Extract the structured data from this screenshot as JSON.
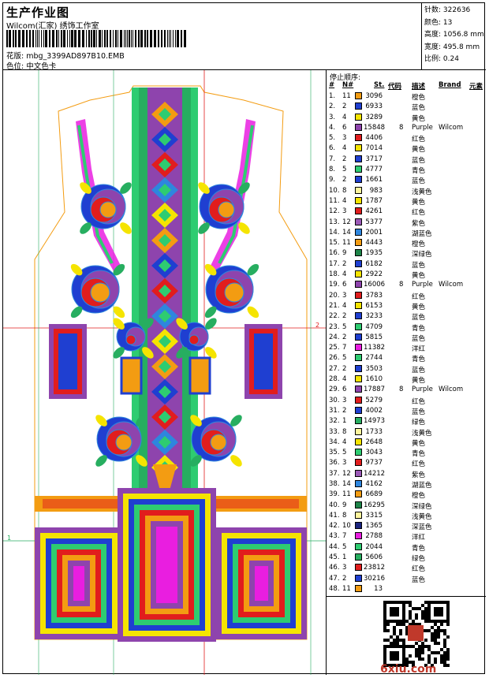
{
  "header": {
    "title": "生产作业图",
    "company": "Wilcom(汇家) 绣饰工作室",
    "file_label": "花版:",
    "file_name": "mbg_3399AD897B10.EMB",
    "color_label": "色位:",
    "color_value": "中文色卡"
  },
  "stats": {
    "stitches_label": "针数:",
    "stitches": "322636",
    "colors_label": "颜色:",
    "colors": "13",
    "height_label": "高度:",
    "height": "1056.8 mm",
    "width_label": "宽度:",
    "width": "495.8 mm",
    "scale_label": "比例:",
    "scale": "0.24"
  },
  "design": {
    "axis_label_x": "2",
    "axis_label_y": "1"
  },
  "sequence": {
    "title": "停止顺序:",
    "columns": [
      "#",
      "N#",
      "St.",
      "代码",
      "描述",
      "Brand",
      "元素"
    ],
    "rows": [
      {
        "n": "1.",
        "c": "11",
        "st": "3096",
        "code": "",
        "desc": "橙色",
        "brand": "",
        "color": "#f39c12"
      },
      {
        "n": "2.",
        "c": "2",
        "st": "6933",
        "code": "",
        "desc": "蓝色",
        "brand": "",
        "color": "#1f3fd1"
      },
      {
        "n": "3.",
        "c": "4",
        "st": "3289",
        "code": "",
        "desc": "黄色",
        "brand": "",
        "color": "#f5e400"
      },
      {
        "n": "4.",
        "c": "6",
        "st": "15848",
        "code": "8",
        "desc": "Purple",
        "brand": "Wilcom",
        "color": "#8e44ad"
      },
      {
        "n": "5.",
        "c": "3",
        "st": "4406",
        "code": "",
        "desc": "红色",
        "brand": "",
        "color": "#e11d1d"
      },
      {
        "n": "6.",
        "c": "4",
        "st": "7014",
        "code": "",
        "desc": "黄色",
        "brand": "",
        "color": "#f5e400"
      },
      {
        "n": "7.",
        "c": "2",
        "st": "3717",
        "code": "",
        "desc": "蓝色",
        "brand": "",
        "color": "#1f3fd1"
      },
      {
        "n": "8.",
        "c": "5",
        "st": "4777",
        "code": "",
        "desc": "青色",
        "brand": "",
        "color": "#2ecc71"
      },
      {
        "n": "9.",
        "c": "2",
        "st": "1661",
        "code": "",
        "desc": "蓝色",
        "brand": "",
        "color": "#1f3fd1"
      },
      {
        "n": "10.",
        "c": "8",
        "st": "983",
        "code": "",
        "desc": "浅黄色",
        "brand": "",
        "color": "#fff59d"
      },
      {
        "n": "11.",
        "c": "4",
        "st": "1787",
        "code": "",
        "desc": "黄色",
        "brand": "",
        "color": "#f5e400"
      },
      {
        "n": "12.",
        "c": "3",
        "st": "4261",
        "code": "",
        "desc": "红色",
        "brand": "",
        "color": "#e11d1d"
      },
      {
        "n": "13.",
        "c": "12",
        "st": "5377",
        "code": "",
        "desc": "紫色",
        "brand": "",
        "color": "#9b59b6"
      },
      {
        "n": "14.",
        "c": "14",
        "st": "2001",
        "code": "",
        "desc": "湖蓝色",
        "brand": "",
        "color": "#2e86de"
      },
      {
        "n": "15.",
        "c": "11",
        "st": "4443",
        "code": "",
        "desc": "橙色",
        "brand": "",
        "color": "#f39c12"
      },
      {
        "n": "16.",
        "c": "9",
        "st": "1935",
        "code": "",
        "desc": "深绿色",
        "brand": "",
        "color": "#1e8449"
      },
      {
        "n": "17.",
        "c": "2",
        "st": "6182",
        "code": "",
        "desc": "蓝色",
        "brand": "",
        "color": "#1f3fd1"
      },
      {
        "n": "18.",
        "c": "4",
        "st": "2922",
        "code": "",
        "desc": "黄色",
        "brand": "",
        "color": "#f5e400"
      },
      {
        "n": "19.",
        "c": "6",
        "st": "16006",
        "code": "8",
        "desc": "Purple",
        "brand": "Wilcom",
        "color": "#8e44ad"
      },
      {
        "n": "20.",
        "c": "3",
        "st": "3783",
        "code": "",
        "desc": "红色",
        "brand": "",
        "color": "#e11d1d"
      },
      {
        "n": "21.",
        "c": "4",
        "st": "6153",
        "code": "",
        "desc": "黄色",
        "brand": "",
        "color": "#f5e400"
      },
      {
        "n": "22.",
        "c": "2",
        "st": "3233",
        "code": "",
        "desc": "蓝色",
        "brand": "",
        "color": "#1f3fd1"
      },
      {
        "n": "23.",
        "c": "5",
        "st": "4709",
        "code": "",
        "desc": "青色",
        "brand": "",
        "color": "#2ecc71"
      },
      {
        "n": "24.",
        "c": "2",
        "st": "5815",
        "code": "",
        "desc": "蓝色",
        "brand": "",
        "color": "#1f3fd1"
      },
      {
        "n": "25.",
        "c": "7",
        "st": "11382",
        "code": "",
        "desc": "洋红",
        "brand": "",
        "color": "#e91ee0"
      },
      {
        "n": "26.",
        "c": "5",
        "st": "2744",
        "code": "",
        "desc": "青色",
        "brand": "",
        "color": "#2ecc71"
      },
      {
        "n": "27.",
        "c": "2",
        "st": "3503",
        "code": "",
        "desc": "蓝色",
        "brand": "",
        "color": "#1f3fd1"
      },
      {
        "n": "28.",
        "c": "4",
        "st": "1610",
        "code": "",
        "desc": "黄色",
        "brand": "",
        "color": "#f5e400"
      },
      {
        "n": "29.",
        "c": "6",
        "st": "17887",
        "code": "8",
        "desc": "Purple",
        "brand": "Wilcom",
        "color": "#8e44ad"
      },
      {
        "n": "30.",
        "c": "3",
        "st": "5279",
        "code": "",
        "desc": "红色",
        "brand": "",
        "color": "#e11d1d"
      },
      {
        "n": "31.",
        "c": "2",
        "st": "4002",
        "code": "",
        "desc": "蓝色",
        "brand": "",
        "color": "#1f3fd1"
      },
      {
        "n": "32.",
        "c": "1",
        "st": "14973",
        "code": "",
        "desc": "绿色",
        "brand": "",
        "color": "#27ae60"
      },
      {
        "n": "33.",
        "c": "8",
        "st": "1733",
        "code": "",
        "desc": "浅黄色",
        "brand": "",
        "color": "#fff59d"
      },
      {
        "n": "34.",
        "c": "4",
        "st": "2648",
        "code": "",
        "desc": "黄色",
        "brand": "",
        "color": "#f5e400"
      },
      {
        "n": "35.",
        "c": "5",
        "st": "3043",
        "code": "",
        "desc": "青色",
        "brand": "",
        "color": "#2ecc71"
      },
      {
        "n": "36.",
        "c": "3",
        "st": "9737",
        "code": "",
        "desc": "红色",
        "brand": "",
        "color": "#e11d1d"
      },
      {
        "n": "37.",
        "c": "12",
        "st": "14212",
        "code": "",
        "desc": "紫色",
        "brand": "",
        "color": "#9b59b6"
      },
      {
        "n": "38.",
        "c": "14",
        "st": "4162",
        "code": "",
        "desc": "湖蓝色",
        "brand": "",
        "color": "#2e86de"
      },
      {
        "n": "39.",
        "c": "11",
        "st": "6689",
        "code": "",
        "desc": "橙色",
        "brand": "",
        "color": "#f39c12"
      },
      {
        "n": "40.",
        "c": "9",
        "st": "16295",
        "code": "",
        "desc": "深绿色",
        "brand": "",
        "color": "#1e8449"
      },
      {
        "n": "41.",
        "c": "8",
        "st": "3315",
        "code": "",
        "desc": "浅黄色",
        "brand": "",
        "color": "#fff59d"
      },
      {
        "n": "42.",
        "c": "10",
        "st": "1365",
        "code": "",
        "desc": "深蓝色",
        "brand": "",
        "color": "#1a237e"
      },
      {
        "n": "43.",
        "c": "7",
        "st": "2788",
        "code": "",
        "desc": "洋红",
        "brand": "",
        "color": "#e91ee0"
      },
      {
        "n": "44.",
        "c": "5",
        "st": "2044",
        "code": "",
        "desc": "青色",
        "brand": "",
        "color": "#2ecc71"
      },
      {
        "n": "45.",
        "c": "1",
        "st": "5606",
        "code": "",
        "desc": "绿色",
        "brand": "",
        "color": "#27ae60"
      },
      {
        "n": "46.",
        "c": "3",
        "st": "23812",
        "code": "",
        "desc": "红色",
        "brand": "",
        "color": "#e11d1d"
      },
      {
        "n": "47.",
        "c": "2",
        "st": "30216",
        "code": "",
        "desc": "蓝色",
        "brand": "",
        "color": "#1f3fd1"
      },
      {
        "n": "48.",
        "c": "11",
        "st": "13",
        "code": "",
        "desc": "",
        "brand": "",
        "color": "#f39c12"
      }
    ]
  },
  "watermark": "6xiu.com",
  "colors": {
    "orange": "#f39c12",
    "blue": "#1f3fd1",
    "yellow": "#f5e400",
    "purple": "#8e44ad",
    "red": "#e11d1d",
    "teal": "#2ecc71",
    "magenta": "#e91ee0",
    "green": "#27ae60"
  }
}
